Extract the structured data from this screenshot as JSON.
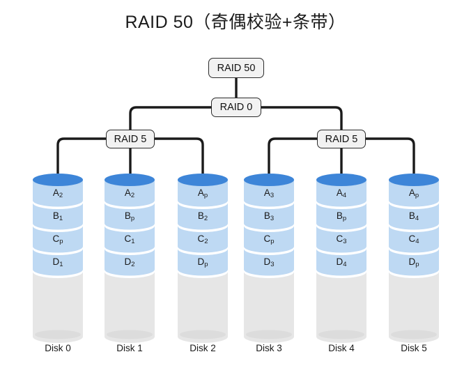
{
  "title": "RAID 50（奇偶校验+条带）",
  "tree": {
    "root": {
      "label": "RAID 50"
    },
    "stripe": {
      "label": "RAID 0"
    },
    "groups": [
      {
        "label": "RAID 5"
      },
      {
        "label": "RAID 5"
      }
    ]
  },
  "colors": {
    "disk_top": "#3d85d8",
    "disk_band": "#bed9f3",
    "disk_empty": "#e6e6e6",
    "disk_empty_shadow": "#dcdcdc",
    "node_fill": "#f2f2f2",
    "node_border": "#2b2b2b",
    "connector": "#1a1a1a",
    "text": "#1a1a1a",
    "background": "#ffffff"
  },
  "disks": [
    {
      "caption": "Disk 0",
      "group": "RAID 5",
      "blocks": [
        {
          "base": "A",
          "sub": "2"
        },
        {
          "base": "B",
          "sub": "1"
        },
        {
          "base": "C",
          "sub": "p"
        },
        {
          "base": "D",
          "sub": "1"
        }
      ]
    },
    {
      "caption": "Disk 1",
      "group": "RAID 5",
      "blocks": [
        {
          "base": "A",
          "sub": "2"
        },
        {
          "base": "B",
          "sub": "p"
        },
        {
          "base": "C",
          "sub": "1"
        },
        {
          "base": "D",
          "sub": "2"
        }
      ]
    },
    {
      "caption": "Disk 2",
      "group": "RAID 5",
      "blocks": [
        {
          "base": "A",
          "sub": "p"
        },
        {
          "base": "B",
          "sub": "2"
        },
        {
          "base": "C",
          "sub": "2"
        },
        {
          "base": "D",
          "sub": "p"
        }
      ]
    },
    {
      "caption": "Disk 3",
      "group": "RAID 5",
      "blocks": [
        {
          "base": "A",
          "sub": "3"
        },
        {
          "base": "B",
          "sub": "3"
        },
        {
          "base": "C",
          "sub": "p"
        },
        {
          "base": "D",
          "sub": "3"
        }
      ]
    },
    {
      "caption": "Disk 4",
      "group": "RAID 5",
      "blocks": [
        {
          "base": "A",
          "sub": "4"
        },
        {
          "base": "B",
          "sub": "p"
        },
        {
          "base": "C",
          "sub": "3"
        },
        {
          "base": "D",
          "sub": "4"
        }
      ]
    },
    {
      "caption": "Disk 5",
      "group": "RAID 5",
      "blocks": [
        {
          "base": "A",
          "sub": "p"
        },
        {
          "base": "B",
          "sub": "4"
        },
        {
          "base": "C",
          "sub": "4"
        },
        {
          "base": "D",
          "sub": "p"
        }
      ]
    }
  ]
}
